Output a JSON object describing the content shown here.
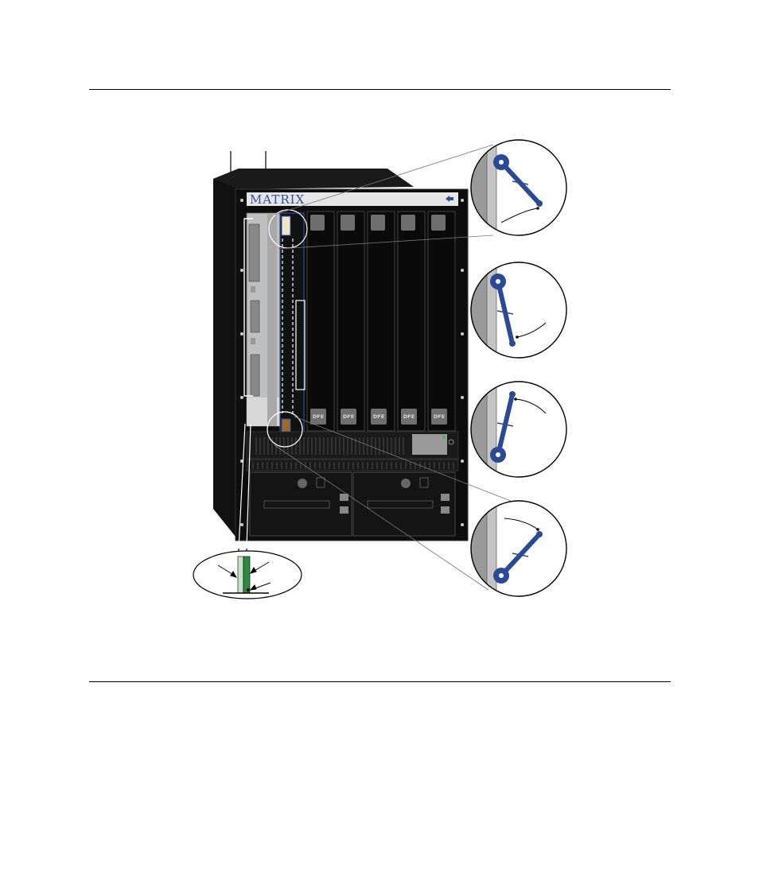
{
  "figure": {
    "logo": "MATRIX",
    "module_label": "DFE",
    "slot_count": 5,
    "callout_count": 4,
    "colors": {
      "lever": "#2a4a96",
      "chassis": "#0d0d0d",
      "panel": "#1c1c1c",
      "connector_green": "#2e8b3e",
      "handle_brown": "#9a6a2e"
    }
  }
}
